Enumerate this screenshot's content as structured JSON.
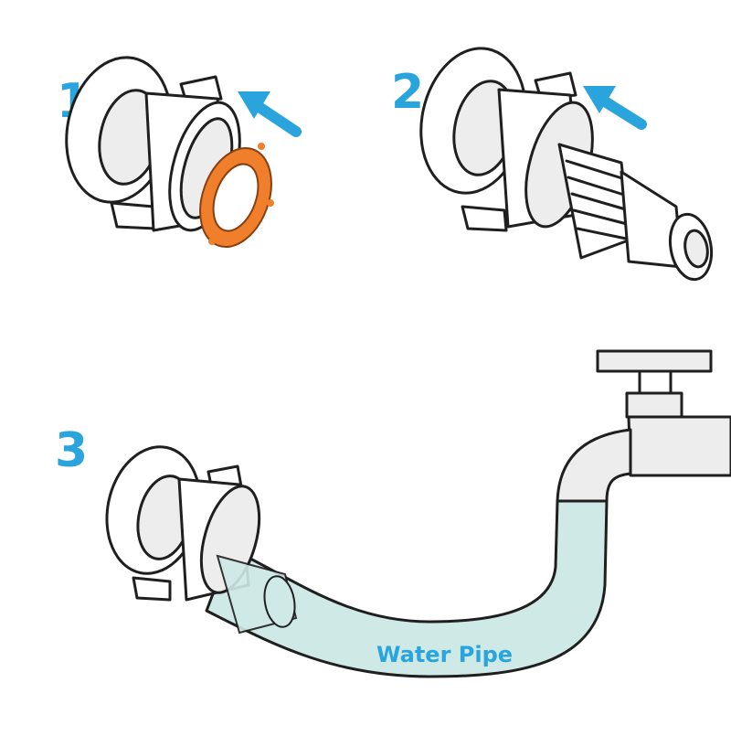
{
  "steps": [
    {
      "number": "1"
    },
    {
      "number": "2"
    },
    {
      "number": "3"
    }
  ],
  "pipe_label": "Water Pipe",
  "colors": {
    "accent_blue": "#2aa4dd",
    "washer_orange": "#f07f2b",
    "pipe_fill": "#cfe9e6",
    "metal_fill": "#ededed",
    "outline": "#1f1f1f"
  },
  "icons": {
    "step1_arrow": "arrow-up-left-icon",
    "step2_arrow": "arrow-up-left-icon"
  }
}
